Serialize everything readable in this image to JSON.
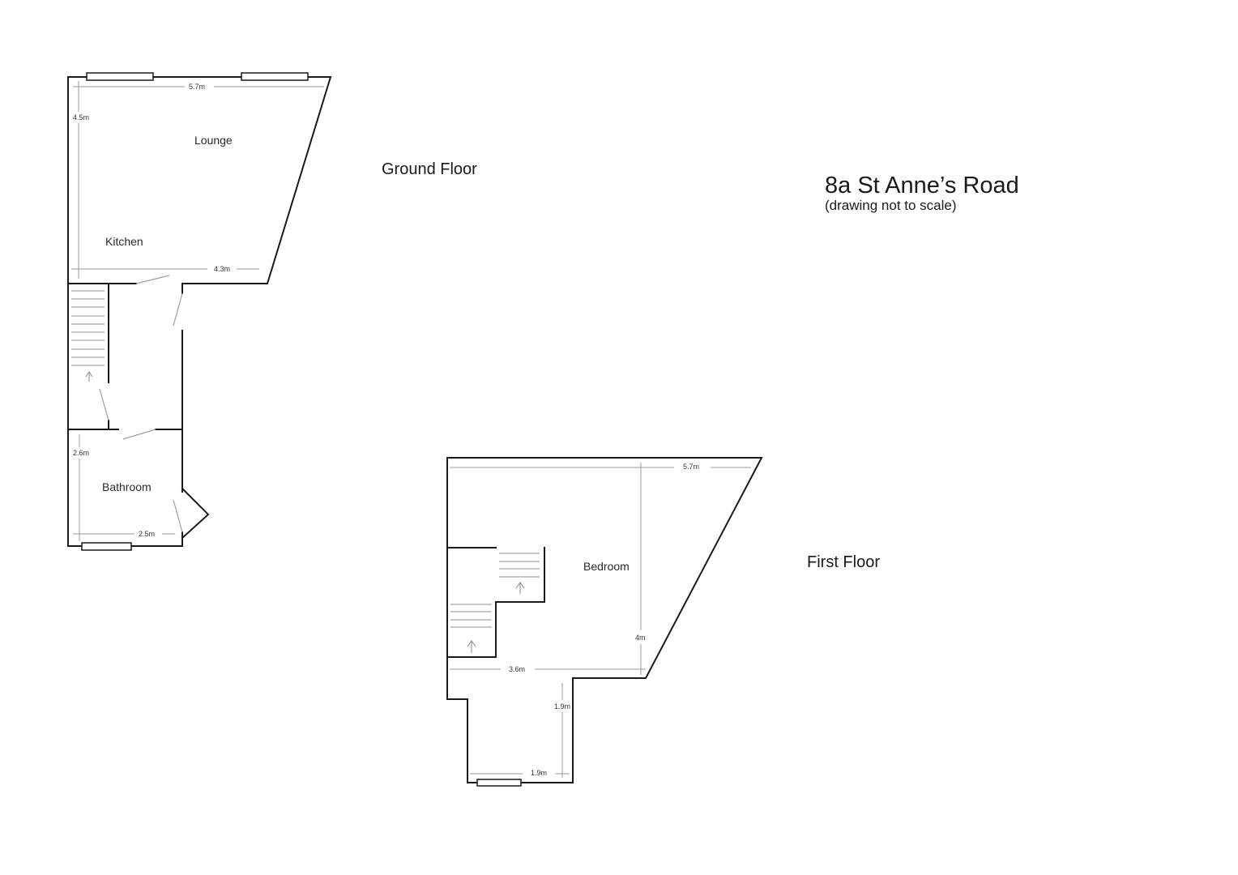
{
  "title": {
    "address": "8a St Anne’s Road",
    "note": "(drawing not to scale)"
  },
  "floors": {
    "ground": {
      "label": "Ground Floor",
      "rooms": {
        "lounge": "Lounge",
        "kitchen": "Kitchen",
        "bathroom": "Bathroom"
      },
      "dimensions": {
        "lounge_width_top": "5.7m",
        "lounge_depth": "4.5m",
        "kitchen_width_bottom": "4.3m",
        "bathroom_depth": "2.6m",
        "bathroom_width": "2.5m"
      }
    },
    "first": {
      "label": "First Floor",
      "rooms": {
        "bedroom": "Bedroom"
      },
      "dimensions": {
        "bedroom_width_top": "5.7m",
        "bedroom_depth": "4m",
        "bedroom_width_bottom": "3.6m",
        "annex_depth": "1.9m",
        "annex_width": "1.9m"
      }
    }
  },
  "icons": {
    "stair_arrow": "up-arrow",
    "window": "window-symbol",
    "door": "door-swing"
  },
  "colors": {
    "wall": "#1a1a1a",
    "dimension_line": "#9a9a9a",
    "door_swing": "#a0a0a0",
    "background": "#ffffff"
  }
}
